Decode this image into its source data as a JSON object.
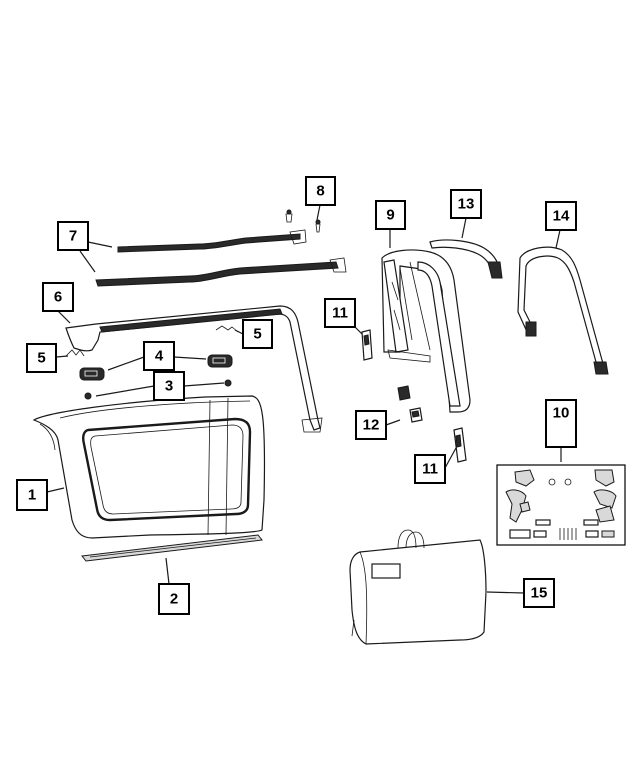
{
  "callouts": [
    {
      "id": "c1",
      "label": "1"
    },
    {
      "id": "c2",
      "label": "2"
    },
    {
      "id": "c3",
      "label": "3"
    },
    {
      "id": "c4",
      "label": "4"
    },
    {
      "id": "c5a",
      "label": "5"
    },
    {
      "id": "c5b",
      "label": "5"
    },
    {
      "id": "c6",
      "label": "6"
    },
    {
      "id": "c7",
      "label": "7"
    },
    {
      "id": "c8",
      "label": "8"
    },
    {
      "id": "c9",
      "label": "9"
    },
    {
      "id": "c10",
      "label": "10"
    },
    {
      "id": "c11a",
      "label": "11"
    },
    {
      "id": "c11b",
      "label": "11"
    },
    {
      "id": "c12",
      "label": "12"
    },
    {
      "id": "c13",
      "label": "13"
    },
    {
      "id": "c14",
      "label": "14"
    },
    {
      "id": "c15",
      "label": "15"
    }
  ]
}
